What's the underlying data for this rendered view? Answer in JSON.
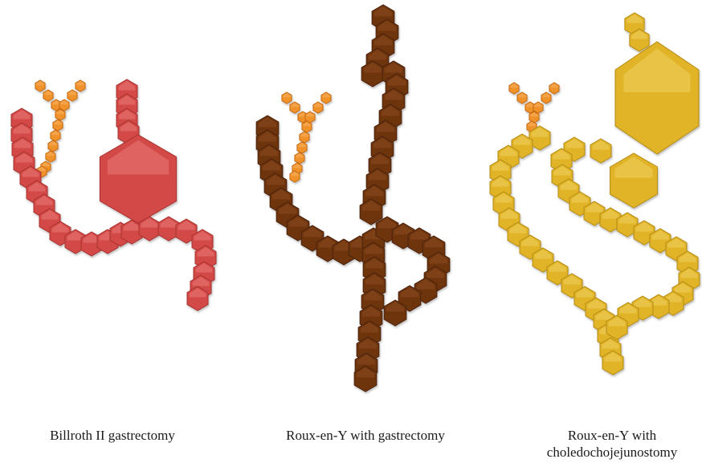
{
  "colors": {
    "billroth": {
      "fill": "#d24a47",
      "light": "#e97a74",
      "dark": "#a8302e"
    },
    "rouxgastric": {
      "fill": "#6e3410",
      "light": "#8c4a1e",
      "dark": "#4a210a"
    },
    "rouxbiliary": {
      "fill": "#e0b428",
      "light": "#f0cf5c",
      "dark": "#b58a12"
    },
    "biliary_tree": {
      "fill": "#f0922a",
      "light": "#f8b060",
      "dark": "#c46a12"
    }
  },
  "diagrams": [
    {
      "caption": "Billroth II gastrectomy"
    },
    {
      "caption": "Roux-en-Y with gastrectomy"
    },
    {
      "caption": "Roux-en-Y with choledochojejunostomy"
    }
  ]
}
